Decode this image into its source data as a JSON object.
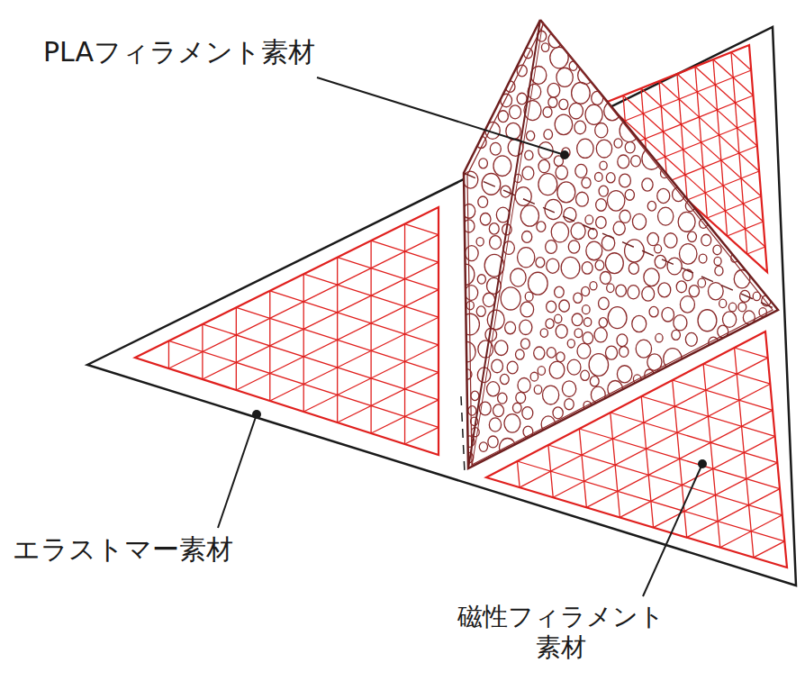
{
  "diagram": {
    "labels": [
      "PLAフィラメント素材",
      "エラストマー素材",
      "磁性フィラメント 素材"
    ]
  }
}
